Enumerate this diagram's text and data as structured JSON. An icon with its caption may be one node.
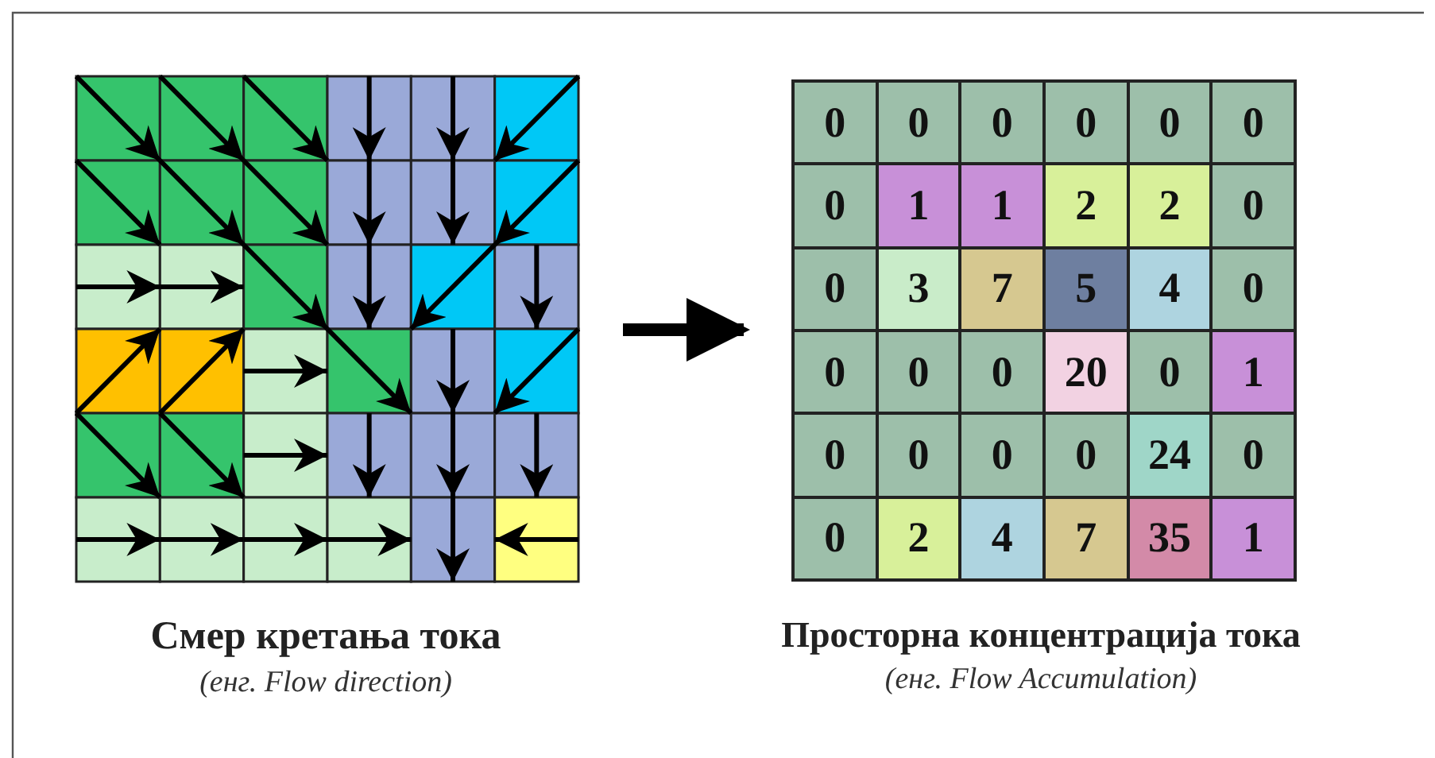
{
  "diagram": {
    "nodes": [
      {
        "text": [
          "Смер кретања тока",
          "(енг. Flow direction)"
        ]
      },
      {
        "text": [
          "Просторна концентрација тока",
          "(енг. Flow Accumulation)"
        ]
      }
    ],
    "edges": [
      {
        "from": 0,
        "to": 1,
        "arrow": "to"
      }
    ],
    "labels": [
      "0",
      "0",
      "0",
      "0",
      "0",
      "0",
      "0",
      "1",
      "1",
      "2",
      "2",
      "0",
      "0",
      "3",
      "7",
      "5",
      "4",
      "0",
      "0",
      "0",
      "0",
      "20",
      "0",
      "1",
      "0",
      "0",
      "0",
      "0",
      "24",
      "0",
      "0",
      "2",
      "4",
      "7",
      "35",
      "1"
    ]
  }
}
